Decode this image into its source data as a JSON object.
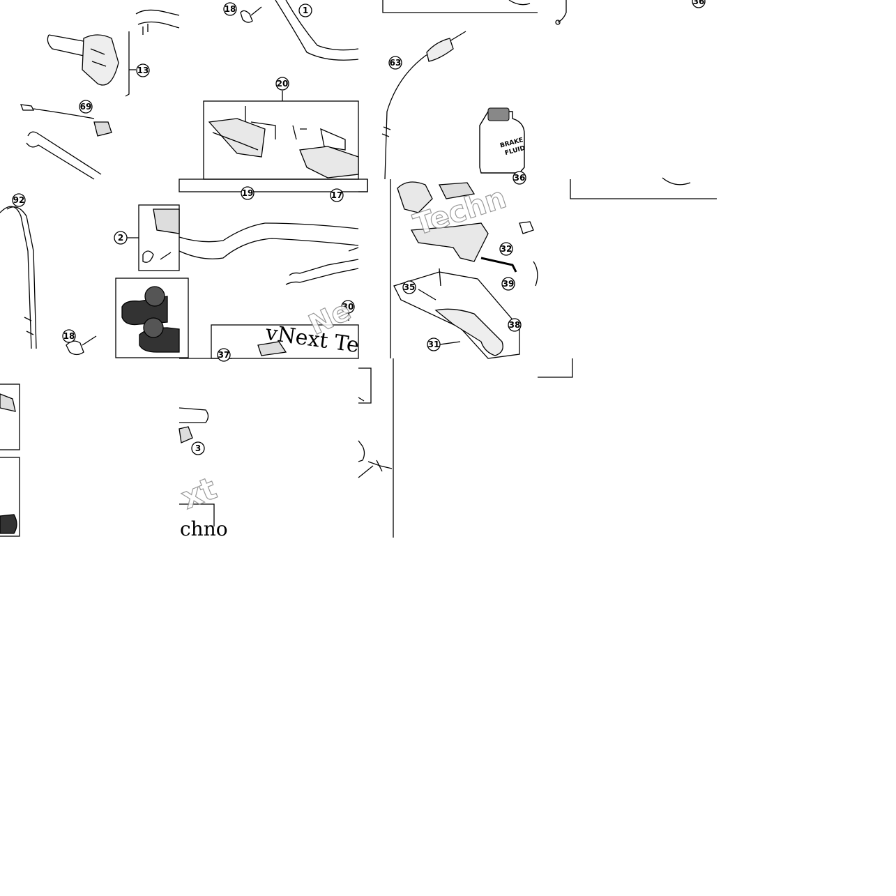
{
  "callouts": [
    "1",
    "2",
    "3",
    "13",
    "17",
    "18",
    "19",
    "20",
    "30",
    "31",
    "32",
    "35",
    "36",
    "37",
    "38",
    "39",
    "63",
    "69",
    "92"
  ],
  "watermark": {
    "line1": "vNext Te",
    "line2": "chno",
    "ghost1": "Techn",
    "ghost2": "xt",
    "ghost3": "Ne"
  },
  "fluid_can": {
    "line1": "BRAKE",
    "line2": "FLUID"
  }
}
